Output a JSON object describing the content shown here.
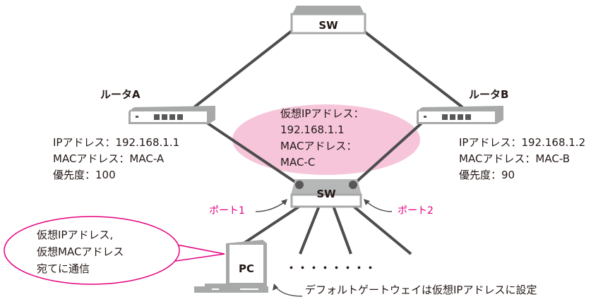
{
  "switch_top": {
    "label": "SW"
  },
  "switch_bottom": {
    "label": "SW"
  },
  "router_a": {
    "name": "ルータA",
    "ip": "IPアドレス：192.168.1.1",
    "mac": "MACアドレス：MAC-A",
    "priority": "優先度：100"
  },
  "router_b": {
    "name": "ルータB",
    "ip": "IPアドレス：192.168.1.2",
    "mac": "MACアドレス：MAC-B",
    "priority": "優先度：90"
  },
  "virtual": {
    "line1": "仮想IPアドレス：",
    "line2": "192.168.1.1",
    "line3": "MACアドレス：",
    "line4": "MAC-C"
  },
  "ports": {
    "port1": "ポート1",
    "port2": "ポート2"
  },
  "pc": {
    "label": "PC"
  },
  "bubble": {
    "line1": "仮想IPアドレス,",
    "line2": "仮想MACアドレス",
    "line3": "宛てに通信"
  },
  "dots": "・・・・・・・・",
  "gateway_note": "デフォルトゲートウェイは仮想IPアドレスに設定",
  "colors": {
    "line": "#4d4d4d",
    "device": "#a7a8a8",
    "ellipse": "#f6c5da",
    "accent": "#e4007f"
  }
}
